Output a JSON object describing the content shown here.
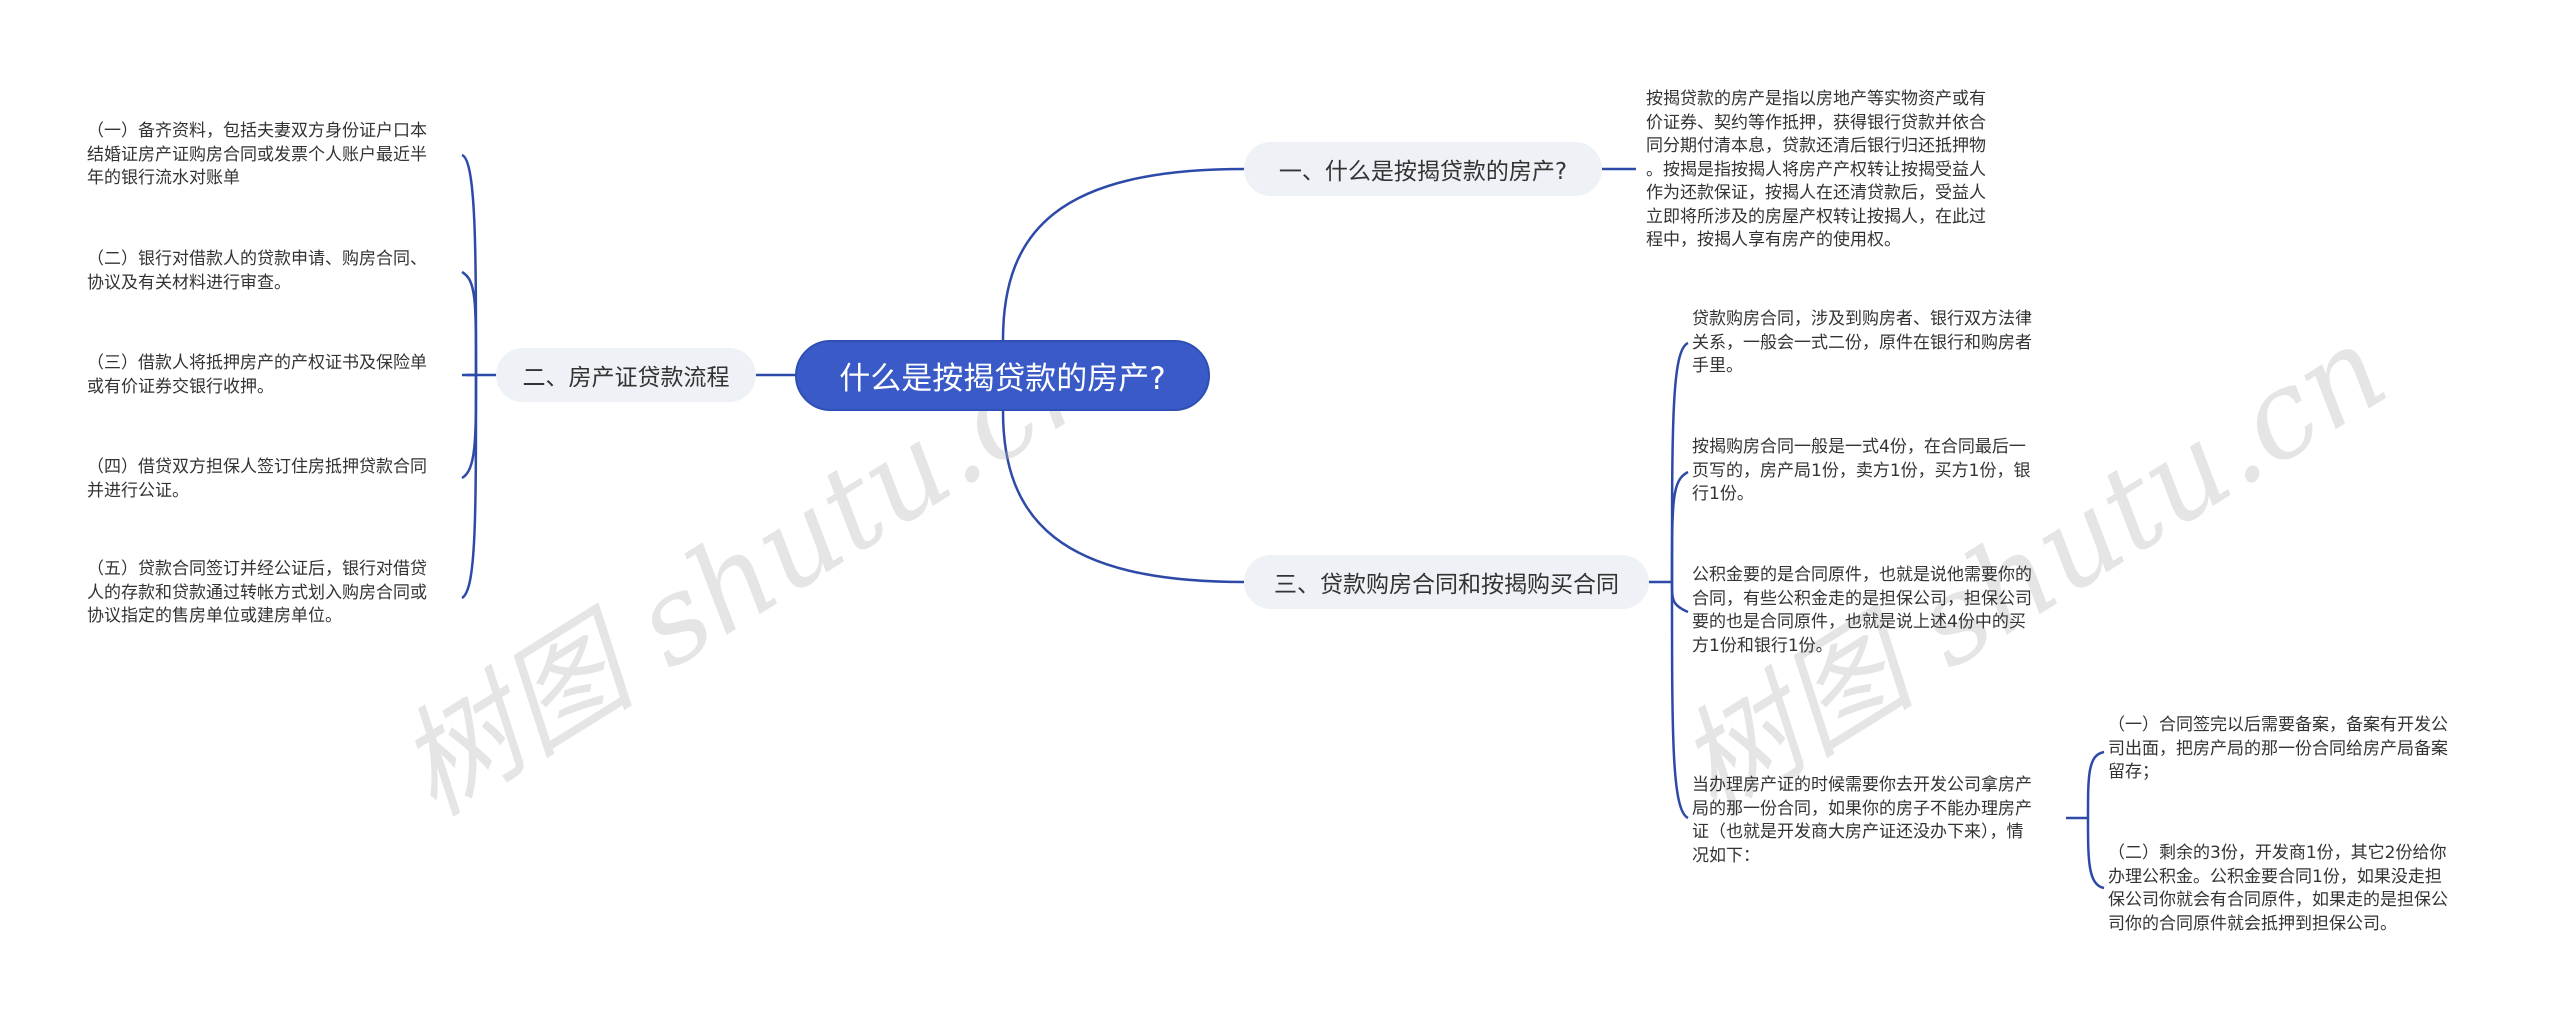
{
  "root": {
    "label": "什么是按揭贷款的房产?"
  },
  "branches": [
    {
      "label": "一、什么是按揭贷款的房产?",
      "children": [
        {
          "lines": [
            "按揭贷款的房产是指以房地产等实物资产或有",
            "价证券、契约等作抵押，获得银行贷款并依合",
            "同分期付清本息，贷款还清后银行归还抵押物",
            "。按揭是指按揭人将房产产权转让按揭受益人",
            "作为还款保证，按揭人在还清贷款后，受益人",
            "立即将所涉及的房屋产权转让按揭人，在此过",
            "程中，按揭人享有房产的使用权。"
          ]
        }
      ]
    },
    {
      "label": "二、房产证贷款流程",
      "children": [
        {
          "lines": [
            "（一）备齐资料，包括夫妻双方身份证户口本",
            "结婚证房产证购房合同或发票个人账户最近半",
            "年的银行流水对账单"
          ]
        },
        {
          "lines": [
            "（二）银行对借款人的贷款申请、购房合同、",
            "协议及有关材料进行审查。"
          ]
        },
        {
          "lines": [
            "（三）借款人将抵押房产的产权证书及保险单",
            "或有价证券交银行收押。"
          ]
        },
        {
          "lines": [
            "（四）借贷双方担保人签订住房抵押贷款合同",
            "并进行公证。"
          ]
        },
        {
          "lines": [
            "（五）贷款合同签订并经公证后，银行对借贷",
            "人的存款和贷款通过转帐方式划入购房合同或",
            "协议指定的售房单位或建房单位。"
          ]
        }
      ]
    },
    {
      "label": "三、贷款购房合同和按揭购买合同",
      "children": [
        {
          "lines": [
            "贷款购房合同，涉及到购房者、银行双方法律",
            "关系，一般会一式二份，原件在银行和购房者",
            "手里。"
          ]
        },
        {
          "lines": [
            "按揭购房合同一般是一式4份，在合同最后一",
            "页写的，房产局1份，卖方1份，买方1份，银",
            "行1份。"
          ]
        },
        {
          "lines": [
            "公积金要的是合同原件，也就是说他需要你的",
            "合同，有些公积金走的是担保公司，担保公司",
            "要的也是合同原件，也就是说上述4份中的买",
            "方1份和银行1份。"
          ]
        },
        {
          "lines": [
            "当办理房产证的时候需要你去开发公司拿房产",
            "局的那一份合同，如果你的房子不能办理房产",
            "证（也就是开发商大房产证还没办下来），情",
            "况如下："
          ],
          "children": [
            {
              "lines": [
                "（一）合同签完以后需要备案，备案有开发公",
                "司出面，把房产局的那一份合同给房产局备案",
                "留存；"
              ]
            },
            {
              "lines": [
                "（二）剩余的3份，开发商1份，其它2份给你",
                "办理公积金。公积金要合同1份，如果没走担",
                "保公司你就会有合同原件，如果走的是担保公",
                "司你的合同原件就会抵押到担保公司。"
              ]
            }
          ]
        }
      ]
    }
  ],
  "watermarks": [
    "树图 shutu.cn",
    "树图 shutu.cn"
  ],
  "colors": {
    "root_fill": "#3a5bc7",
    "branch_fill": "#eef1f5",
    "link": "#2e4aa8",
    "text": "#333333"
  }
}
